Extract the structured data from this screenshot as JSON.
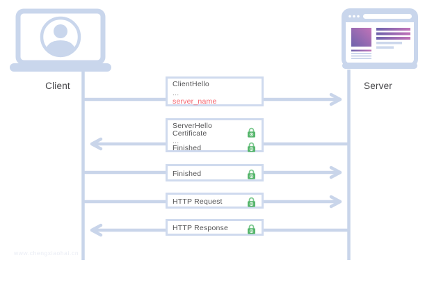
{
  "labels": {
    "client": "Client",
    "server": "Server",
    "watermark": "www.chengxiaohai.cn"
  },
  "messages": [
    {
      "id": "client-hello",
      "direction": "client-to-server",
      "lines": [
        {
          "text": "ClientHello",
          "style": "normal",
          "lock": false
        },
        {
          "text": "...",
          "style": "muted",
          "lock": false
        },
        {
          "text": "server_name",
          "style": "highlight",
          "lock": false
        }
      ]
    },
    {
      "id": "server-hello",
      "direction": "server-to-client",
      "lines": [
        {
          "text": "ServerHello",
          "style": "normal",
          "lock": false
        },
        {
          "text": "Certificate",
          "style": "normal",
          "lock": true
        },
        {
          "text": "...",
          "style": "muted",
          "lock": false
        },
        {
          "text": "Finished",
          "style": "normal",
          "lock": true
        }
      ]
    },
    {
      "id": "finished",
      "direction": "client-to-server",
      "lines": [
        {
          "text": "Finished",
          "style": "normal",
          "lock": true
        }
      ]
    },
    {
      "id": "http-request",
      "direction": "client-to-server",
      "lines": [
        {
          "text": "HTTP Request",
          "style": "normal",
          "lock": true
        }
      ]
    },
    {
      "id": "http-response",
      "direction": "server-to-client",
      "lines": [
        {
          "text": "HTTP Response",
          "style": "normal",
          "lock": true
        }
      ]
    }
  ],
  "colors": {
    "line_blue": "#c9d5ea",
    "box_border": "#cfdaee",
    "lock_green": "#55b56b",
    "lock_shackle_green": "#7cc98f",
    "highlight_red": "#f4606a",
    "text_dark": "#545456",
    "gradient_start": "#6e63ac",
    "gradient_end": "#c173b8"
  },
  "icons": {
    "client": "laptop-with-user-avatar",
    "server": "browser-window",
    "secure": "padlock"
  }
}
